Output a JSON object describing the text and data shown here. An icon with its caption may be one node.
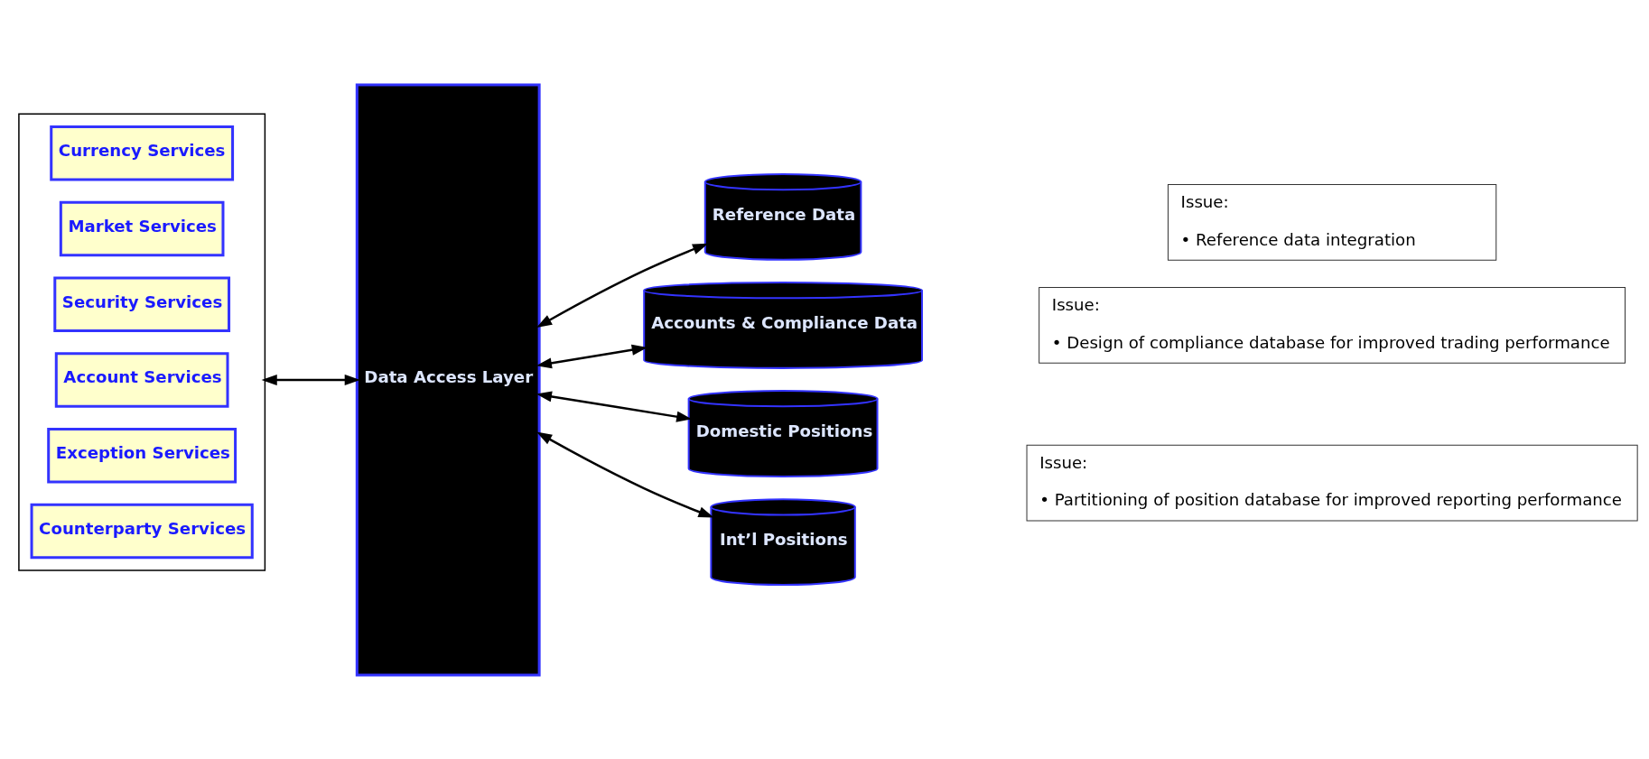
{
  "diagram": {
    "nodes": [
      {
        "text": [],
        "shape": "box"
      },
      {
        "text": [
          "Currency Services"
        ],
        "in": 0
      },
      {
        "text": [
          "Market Services"
        ],
        "in": 0
      },
      {
        "text": [
          "Security Services"
        ],
        "in": 0
      },
      {
        "text": [
          "Account Services"
        ],
        "in": 0
      },
      {
        "text": [
          "Exception Services"
        ],
        "in": 0
      },
      {
        "text": [
          "Counterparty Services"
        ],
        "in": 0
      },
      {
        "text": [
          "Data Access Layer"
        ]
      },
      {
        "text": [
          "Reference Data"
        ]
      },
      {
        "text": [
          "Accounts & Compliance Data"
        ]
      },
      {
        "text": [
          "Domestic Positions"
        ]
      },
      {
        "text": [
          "Int’l Positions"
        ]
      },
      {
        "text": [
          "Issue:",
          "• Reference data integration"
        ]
      },
      {
        "text": [
          "Issue:",
          "• Design of compliance database for improved trading performance"
        ]
      },
      {
        "text": [
          "Issue:",
          "• Partitioning of position database for improved reporting performance"
        ]
      }
    ],
    "edges": [
      {
        "from": 0,
        "to": 7,
        "arrow": "both"
      },
      {
        "from": 7,
        "to": 8,
        "arrow": "both"
      },
      {
        "from": 7,
        "to": 9,
        "arrow": "both"
      },
      {
        "from": 7,
        "to": 10,
        "arrow": "both"
      },
      {
        "from": 7,
        "to": 11,
        "arrow": "both"
      }
    ]
  }
}
